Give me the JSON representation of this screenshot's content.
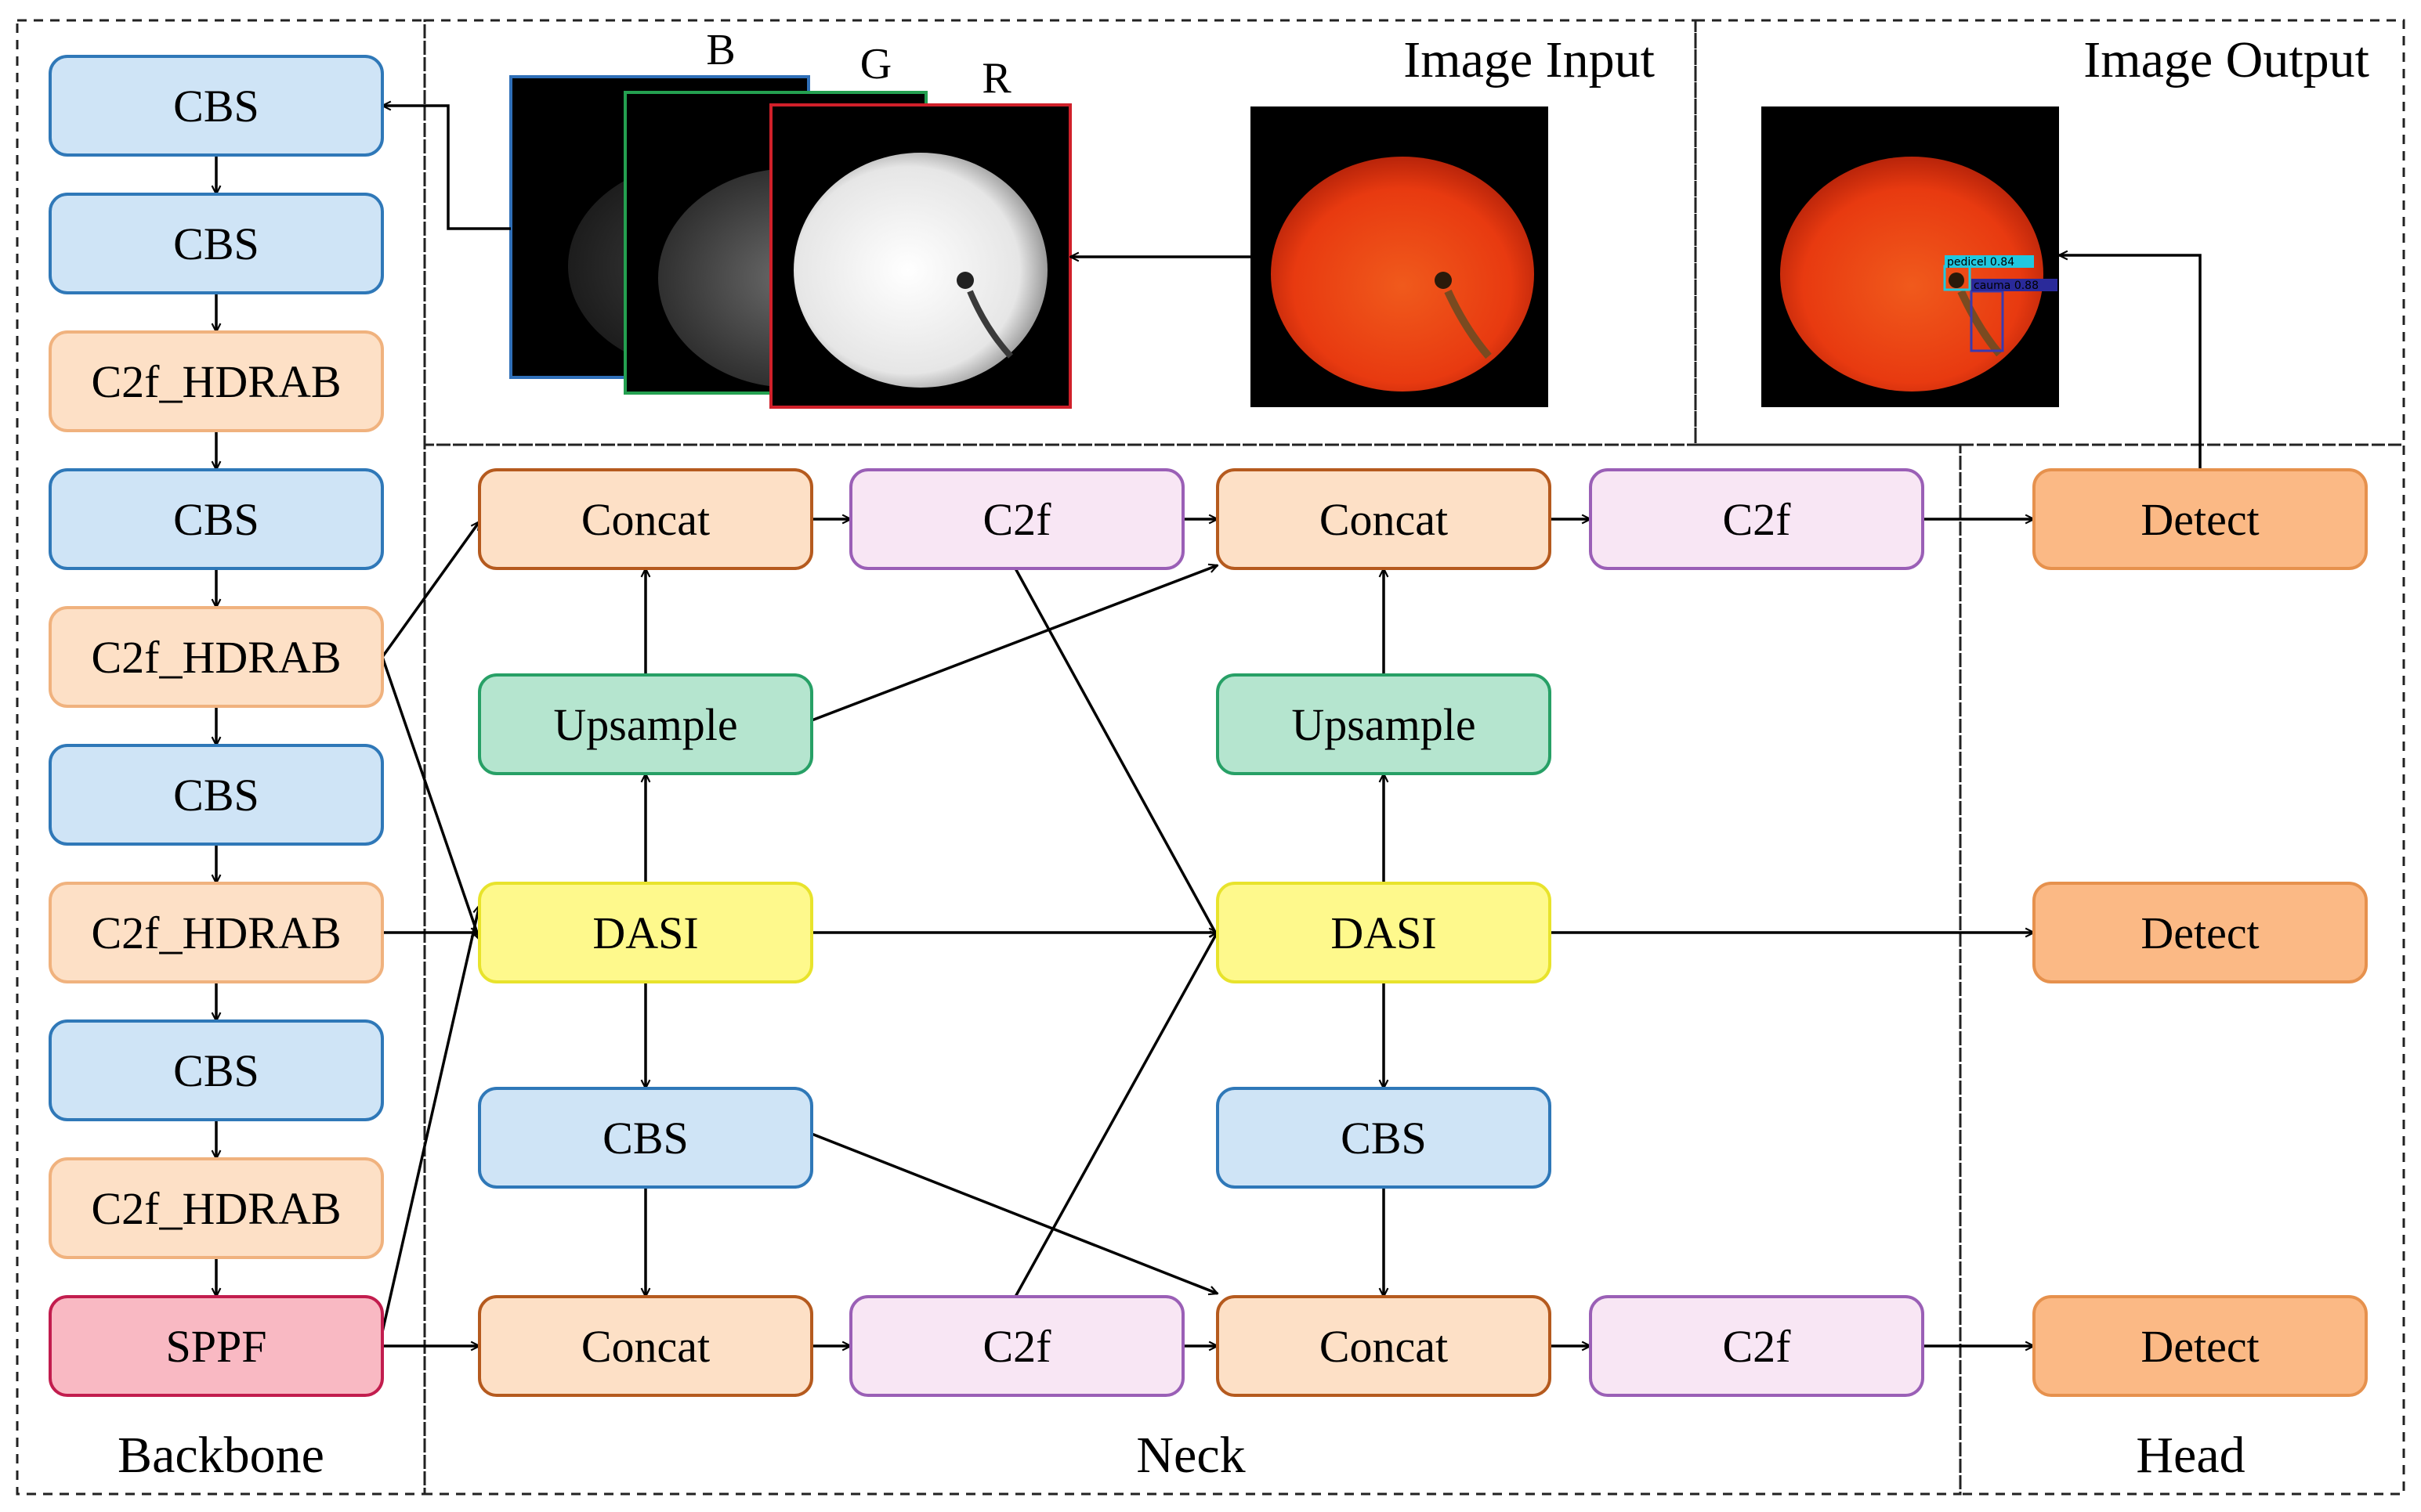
{
  "sections": {
    "backbone": "Backbone",
    "neck": "Neck",
    "head": "Head",
    "image_input": "Image Input",
    "image_output": "Image Output"
  },
  "channels": {
    "b": "B",
    "g": "G",
    "r": "R"
  },
  "detections": [
    {
      "label": "pedicel 0.84"
    },
    {
      "label": "cauma 0.88"
    }
  ],
  "backbone": [
    "CBS",
    "CBS",
    "C2f_HDRAB",
    "CBS",
    "C2f_HDRAB",
    "CBS",
    "C2f_HDRAB",
    "CBS",
    "C2f_HDRAB",
    "SPPF"
  ],
  "neck": {
    "concat_top_1": "Concat",
    "c2f_top_1": "C2f",
    "concat_top_2": "Concat",
    "c2f_top_2": "C2f",
    "upsample_1": "Upsample",
    "upsample_2": "Upsample",
    "dasi_1": "DASI",
    "dasi_2": "DASI",
    "cbs_1": "CBS",
    "cbs_2": "CBS",
    "concat_bot_1": "Concat",
    "c2f_bot_1": "C2f",
    "concat_bot_2": "Concat",
    "c2f_bot_2": "C2f"
  },
  "head": [
    "Detect",
    "Detect",
    "Detect"
  ],
  "colors": {
    "cbs_fill": "#cfe4f6",
    "cbs_stroke": "#2f78b8",
    "c2f_hdrab_fill": "#fde0c6",
    "c2f_hdrab_stroke": "#f0b27e",
    "concat_fill": "#fde0c6",
    "concat_stroke": "#b55a1e",
    "c2f_fill": "#f8e6f4",
    "c2f_stroke": "#9a5fb6",
    "upsample_fill": "#b5e5cf",
    "upsample_stroke": "#27a066",
    "dasi_fill": "#fef98c",
    "dasi_stroke": "#e8e32c",
    "sppf_fill": "#f9b9c3",
    "sppf_stroke": "#c21d4e",
    "detect_fill": "#fbb985",
    "detect_stroke": "#e6914d"
  }
}
